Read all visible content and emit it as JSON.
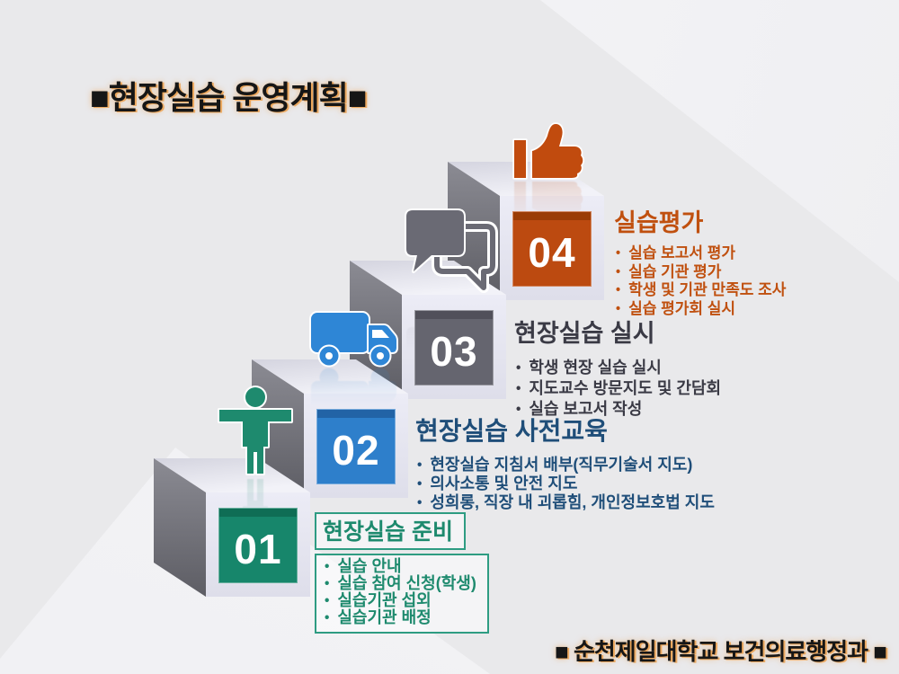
{
  "slide": {
    "title": "■현장실습 운영계획■",
    "footer": "■ 순천제일대학교 보건의료행정과 ■"
  },
  "background": {
    "base": "#E9E9EB",
    "corner_wedge": "#F6F6F8",
    "cube_front": "#E5E5F1",
    "cube_top": "#EDEDF5",
    "cube_side": "#7B7B83"
  },
  "steps": [
    {
      "number": "01",
      "icon": "person-icon",
      "title": "현장실습 준비",
      "bullets": [
        "실습 안내",
        "실습 참여 신청(학생)",
        "실습기관 섭외",
        "실습기관 배정"
      ],
      "colors": {
        "square": "#17866B",
        "square_top": "#0F6D55",
        "text": "#1E8A6E",
        "border": "#2E9C82",
        "icon": "#1E8A6E"
      }
    },
    {
      "number": "02",
      "icon": "truck-icon",
      "title": "현장실습 사전교육",
      "bullets": [
        "현장실습 지침서 배부(직무기술서 지도)",
        "의사소통 및 안전 지도",
        "성희롱, 직장 내 괴롭힘, 개인정보호법 지도"
      ],
      "colors": {
        "square": "#2E7FCB",
        "square_top": "#2263A6",
        "text": "#1F4E79",
        "icon": "#2E86D6"
      }
    },
    {
      "number": "03",
      "icon": "chat-icon",
      "title": "현장실습 실시",
      "bullets": [
        "학생 현장 실습 실시",
        "지도교수 방문지도 및 간담회",
        "실습 보고서 작성"
      ],
      "colors": {
        "square": "#65656F",
        "square_top": "#51505A",
        "text": "#3A3A45",
        "icon": "#6A6A74"
      }
    },
    {
      "number": "04",
      "icon": "thumbs-up-icon",
      "title": "실습평가",
      "bullets": [
        "실습 보고서 평가",
        "실습 기관 평가",
        "학생 및 기관 만족도 조사",
        "실습 평가회 실시"
      ],
      "colors": {
        "square": "#BC4A10",
        "square_top": "#9A3C06",
        "text": "#C0500F",
        "icon": "#C14B0E"
      }
    }
  ]
}
